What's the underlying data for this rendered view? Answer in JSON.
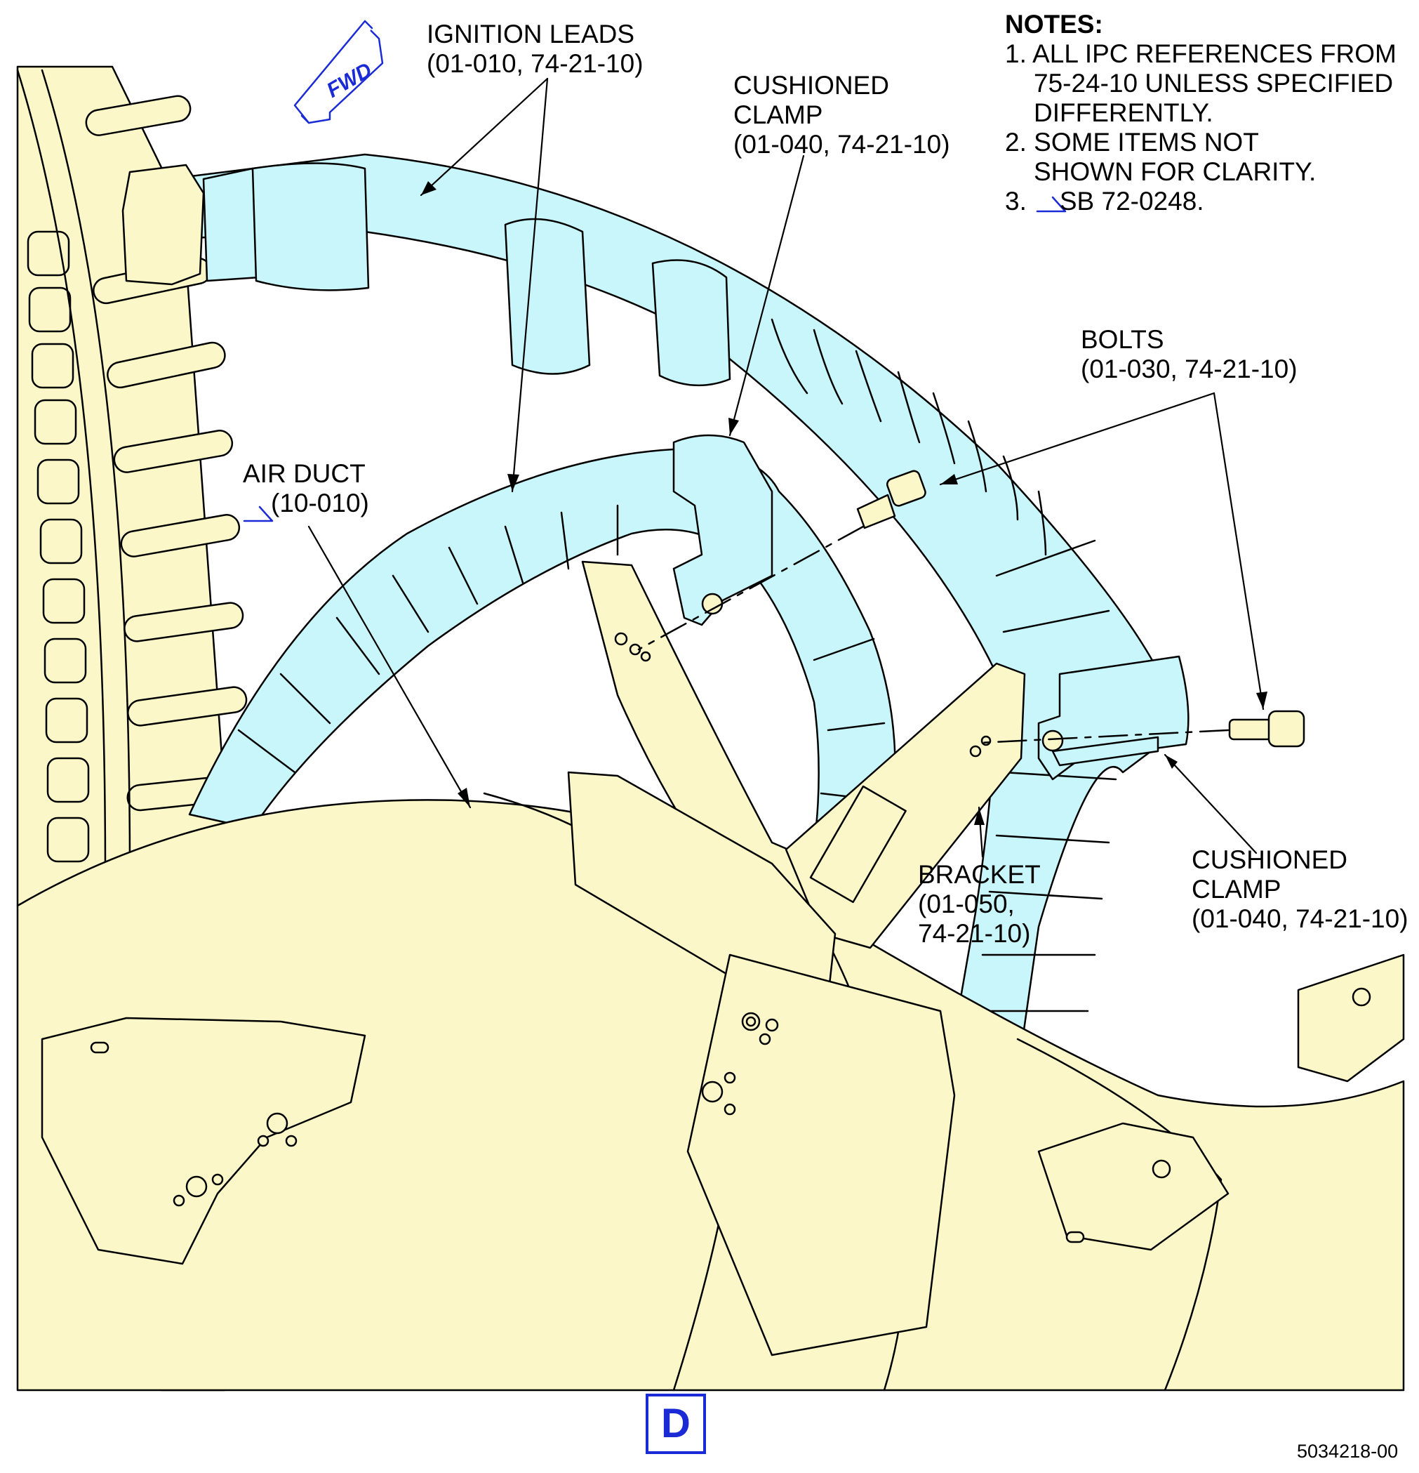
{
  "colors": {
    "duct": "#fbf7c8",
    "lead": "#c8f6fb",
    "line": "#000000",
    "ref": "#1a2bd6"
  },
  "fwd": {
    "label": "FWD"
  },
  "labels": {
    "ignition_leads": [
      "IGNITION LEADS",
      "(01-010, 74-21-10)"
    ],
    "cushioned_clamp_top": [
      "CUSHIONED",
      "CLAMP",
      "(01-040, 74-21-10)"
    ],
    "bolts": [
      "BOLTS",
      "(01-030, 74-21-10)"
    ],
    "air_duct": [
      "AIR DUCT",
      "(10-010)"
    ],
    "bracket": [
      "BRACKET",
      "(01-050,",
      "74-21-10)"
    ],
    "cushioned_clamp_right": [
      "CUSHIONED",
      "CLAMP",
      "(01-040, 74-21-10)"
    ]
  },
  "notes": {
    "title": "NOTES:",
    "items": [
      "1. ALL IPC REFERENCES FROM",
      "75-24-10 UNLESS SPECIFIED",
      "DIFFERENTLY.",
      "2. SOME ITEMS NOT",
      "SHOWN FOR CLARITY.",
      "3.",
      "SB 72-0248."
    ]
  },
  "view_letter": "D",
  "figure_number": "5034218-00"
}
